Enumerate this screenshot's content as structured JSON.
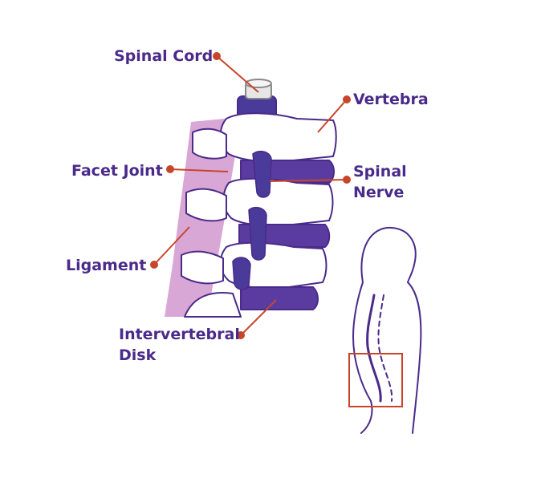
{
  "labels": {
    "spinal_cord": "Spinal Cord",
    "vertebra": "Vertebra",
    "facet_joint": "Facet Joint",
    "spinal_nerve_line1": "Spinal",
    "spinal_nerve_line2": "Nerve",
    "ligament": "Ligament",
    "disk_line1": "Intervertebral",
    "disk_line2": "Disk"
  },
  "colors": {
    "label_text": "#4a2a8a",
    "leader_line": "#c8452a",
    "bone_outline": "#4a2a8a",
    "disk_fill": "#5a3ca0",
    "nerve_fill": "#4a3a9a",
    "ligament_fill": "#d9a7d6",
    "highlight_box": "#c8452a"
  }
}
